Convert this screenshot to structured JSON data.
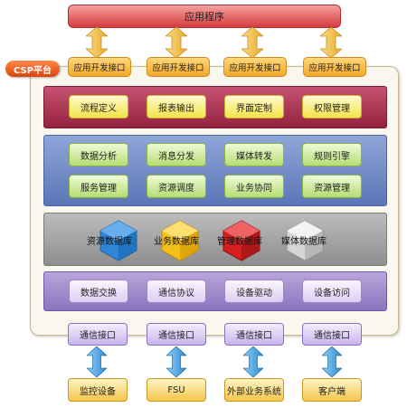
{
  "app": {
    "title": "应用程序"
  },
  "platform": {
    "label": "CSP平台"
  },
  "api_boxes": [
    "应用开发接口",
    "应用开发接口",
    "应用开发接口",
    "应用开发接口"
  ],
  "layer_red": [
    "流程定义",
    "报表输出",
    "界面定制",
    "权限管理"
  ],
  "layer_blue_row1": [
    "数据分析",
    "消息分发",
    "媒体转发",
    "规则引擎"
  ],
  "layer_blue_row2": [
    "服务管理",
    "资源调度",
    "业务协同",
    "资源管理"
  ],
  "databases": [
    {
      "label": "资源数据库",
      "color": "#2f86d6"
    },
    {
      "label": "业务数据库",
      "color": "#f2c21a"
    },
    {
      "label": "管理数据库",
      "color": "#d42020"
    },
    {
      "label": "媒体数据库",
      "color": "#c8c8c8"
    }
  ],
  "layer_purple": [
    "数据交换",
    "通信协议",
    "设备驱动",
    "设备访问"
  ],
  "comm_interfaces": [
    "通信接口",
    "通信接口",
    "通信接口",
    "通信接口"
  ],
  "devices": [
    "监控设备",
    "FSU",
    "外部业务系统",
    "客户端"
  ],
  "colors": {
    "arrow_top": "#f5c85a",
    "arrow_bottom": "#5aa9e6",
    "platform_tag": "#e05a1e"
  }
}
